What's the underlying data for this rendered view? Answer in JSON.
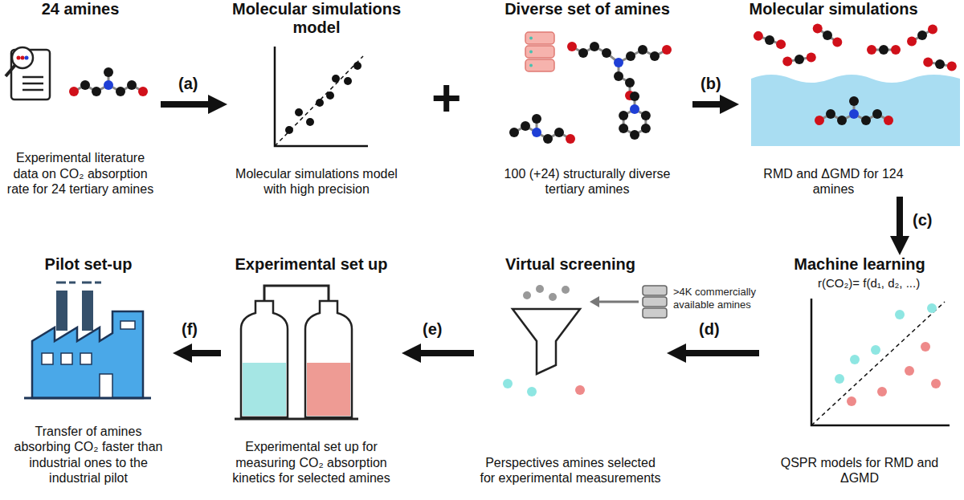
{
  "diagram": {
    "nodes": [
      {
        "text": [
          "24 amines",
          "Experimental literature data on CO₂ absorption rate for 24 tertiary amines"
        ]
      },
      {
        "text": [
          "Molecular simulations model",
          "Molecular simulations model with high precision"
        ]
      },
      {
        "text": [
          "Diverse set of amines",
          "100 (+24) structurally diverse tertiary amines"
        ]
      },
      {
        "text": [
          "Molecular simulations",
          "RMD and ΔGMD for 124 amines"
        ]
      },
      {
        "text": [
          "Machine learning",
          "QSPR models for RMD and ΔGMD"
        ]
      },
      {
        "text": [
          "Virtual screening",
          "Perspectives amines selected for experimental measurements"
        ]
      },
      {
        "text": [
          "Experimental set up",
          "Experimental set up for measuring CO₂ absorption kinetics for selected amines"
        ]
      },
      {
        "text": [
          "Pilot set-up",
          "Transfer of amines absorbing CO₂ faster than industrial ones to the industrial pilot"
        ]
      }
    ],
    "edges": [
      {
        "from": 0,
        "to": 1,
        "arrow": "to",
        "label": "(a)"
      },
      {
        "from": 2,
        "to": 3,
        "arrow": "to",
        "label": "(b)"
      },
      {
        "from": 3,
        "to": 4,
        "arrow": "to",
        "label": "(c)"
      },
      {
        "from": 4,
        "to": 5,
        "arrow": "to",
        "label": "(d)"
      },
      {
        "from": 5,
        "to": 6,
        "arrow": "to",
        "label": "(e)"
      },
      {
        "from": 6,
        "to": 7,
        "arrow": "to",
        "label": "(f)"
      }
    ],
    "labels": [
      "+",
      "r(CO₂)= f(d₁, d₂, ...)",
      ">4K commercially available amines"
    ]
  }
}
